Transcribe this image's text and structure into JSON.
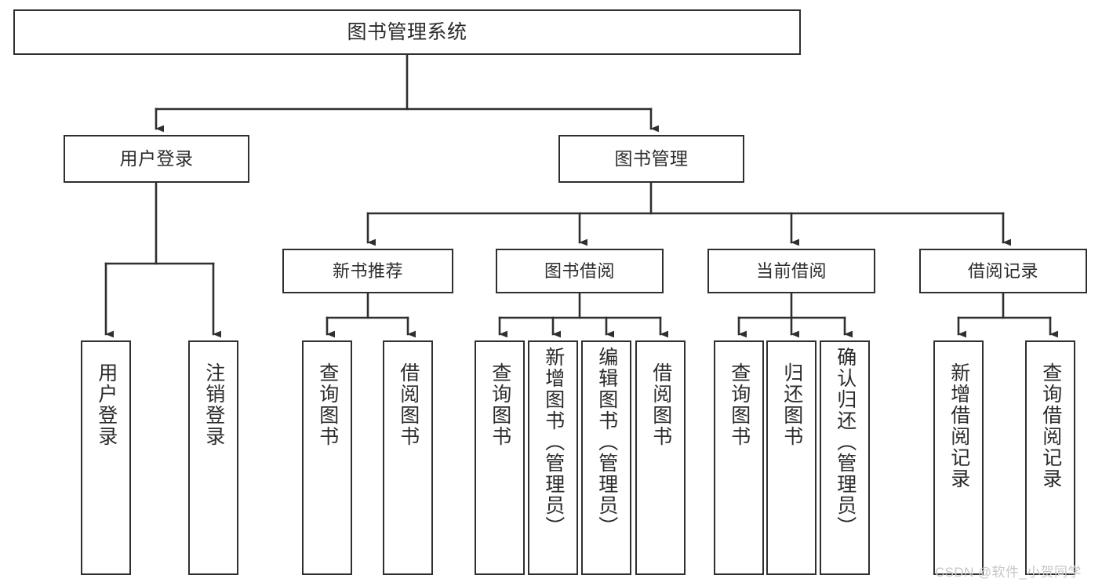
{
  "diagram": {
    "title": "图书管理系统",
    "watermark": "CSDN @软件_小贺同学",
    "colors": {
      "stroke": "#2f2f2f",
      "text": "#2b2b2b",
      "background": "#ffffff",
      "watermark": "#c7c7c7"
    },
    "nodes": {
      "root": {
        "label": "图书管理系统"
      },
      "level2": [
        {
          "label": "用户登录"
        },
        {
          "label": "图书管理"
        }
      ],
      "level3": [
        {
          "label": "新书推荐"
        },
        {
          "label": "图书借阅"
        },
        {
          "label": "当前借阅"
        },
        {
          "label": "借阅记录"
        }
      ],
      "leaves": {
        "user_login": [
          {
            "label": "用户登录"
          },
          {
            "label": "注销登录"
          }
        ],
        "new_book_recommend": [
          {
            "label": "查询图书"
          },
          {
            "label": "借阅图书"
          }
        ],
        "book_borrow": [
          {
            "label": "查询图书"
          },
          {
            "label": "新增图书（管理员）"
          },
          {
            "label": "编辑图书（管理员）"
          },
          {
            "label": "借阅图书"
          }
        ],
        "current_borrow": [
          {
            "label": "查询图书"
          },
          {
            "label": "归还图书"
          },
          {
            "label": "确认归还（管理员）"
          }
        ],
        "borrow_record": [
          {
            "label": "新增借阅记录"
          },
          {
            "label": "查询借阅记录"
          }
        ]
      }
    }
  }
}
